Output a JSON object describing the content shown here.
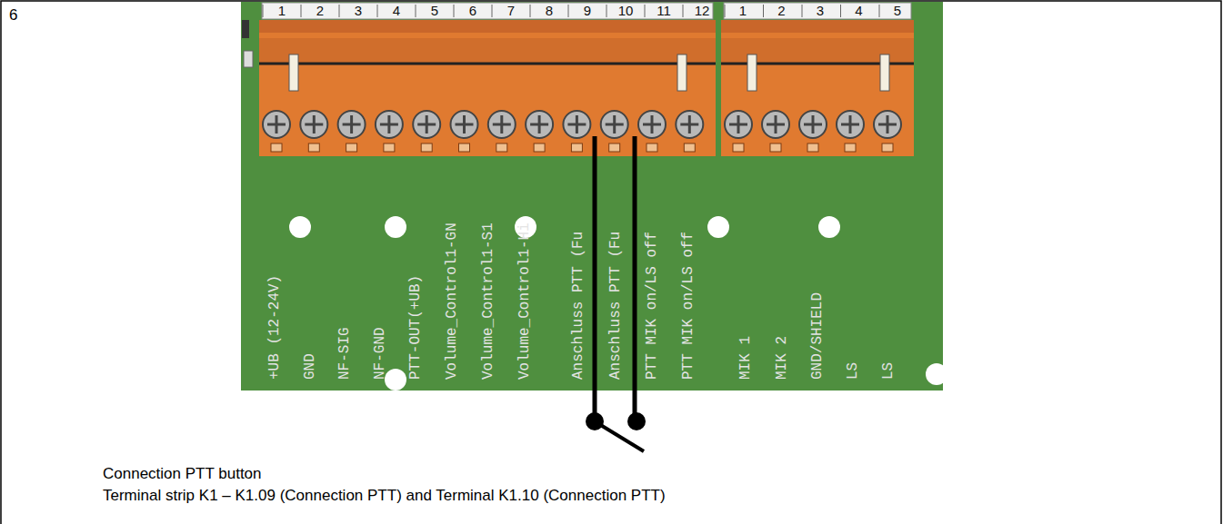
{
  "diagram": {
    "labels": [
      "6",
      "1",
      "2",
      "3",
      "4",
      "5",
      "6",
      "7",
      "8",
      "9",
      "10",
      "11",
      "12",
      "1",
      "2",
      "3",
      "4",
      "5",
      "+UB (12-24V)",
      "GND",
      "NF-SIG",
      "NF-GND",
      "PTT-OUT(+UB)",
      "Volume_Control1-GN",
      "Volume_Control1-S1",
      "Volume_Control1-Hi",
      "Anschluss PTT (Fu",
      "Anschluss PTT (Fu",
      "PTT MIK on/LS off",
      "PTT MIK on/LS off",
      "MIK 1",
      "MIK 2",
      "GND/SHIELD",
      "LS",
      "LS",
      "Connection PTT button",
      "Terminal strip K1 – K1.09 (Connection PTT) and Terminal K1.10 (Connection PTT)"
    ]
  }
}
